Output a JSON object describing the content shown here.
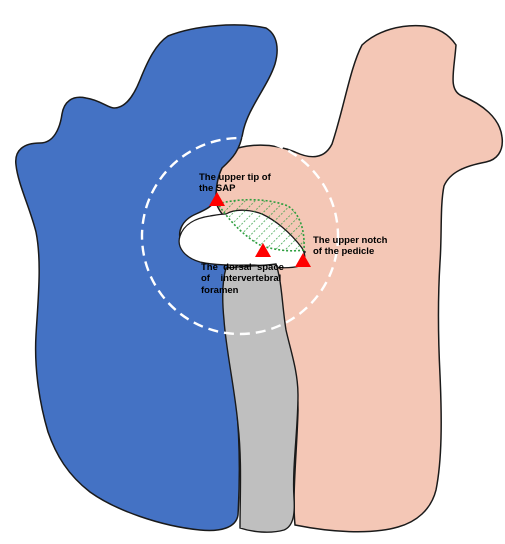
{
  "diagram": {
    "labels": {
      "sap_tip": [
        "The upper tip of",
        "the SAP"
      ],
      "pedicle_notch": [
        "The upper notch",
        "of the pedicle"
      ],
      "dorsal_space": [
        "The  dorsal  space",
        "of    intervertebral",
        "foramen"
      ]
    },
    "colors": {
      "upper_vertebra": "#4472C4",
      "lower_vertebra": "#F4C7B6",
      "disc": "#BFBFBF",
      "outline": "#1a1a1a",
      "marker": "#FF0000",
      "hatch": "#2E9E3F",
      "circle": "#ffffff"
    },
    "icons": {
      "marker": "red-triangle"
    }
  }
}
